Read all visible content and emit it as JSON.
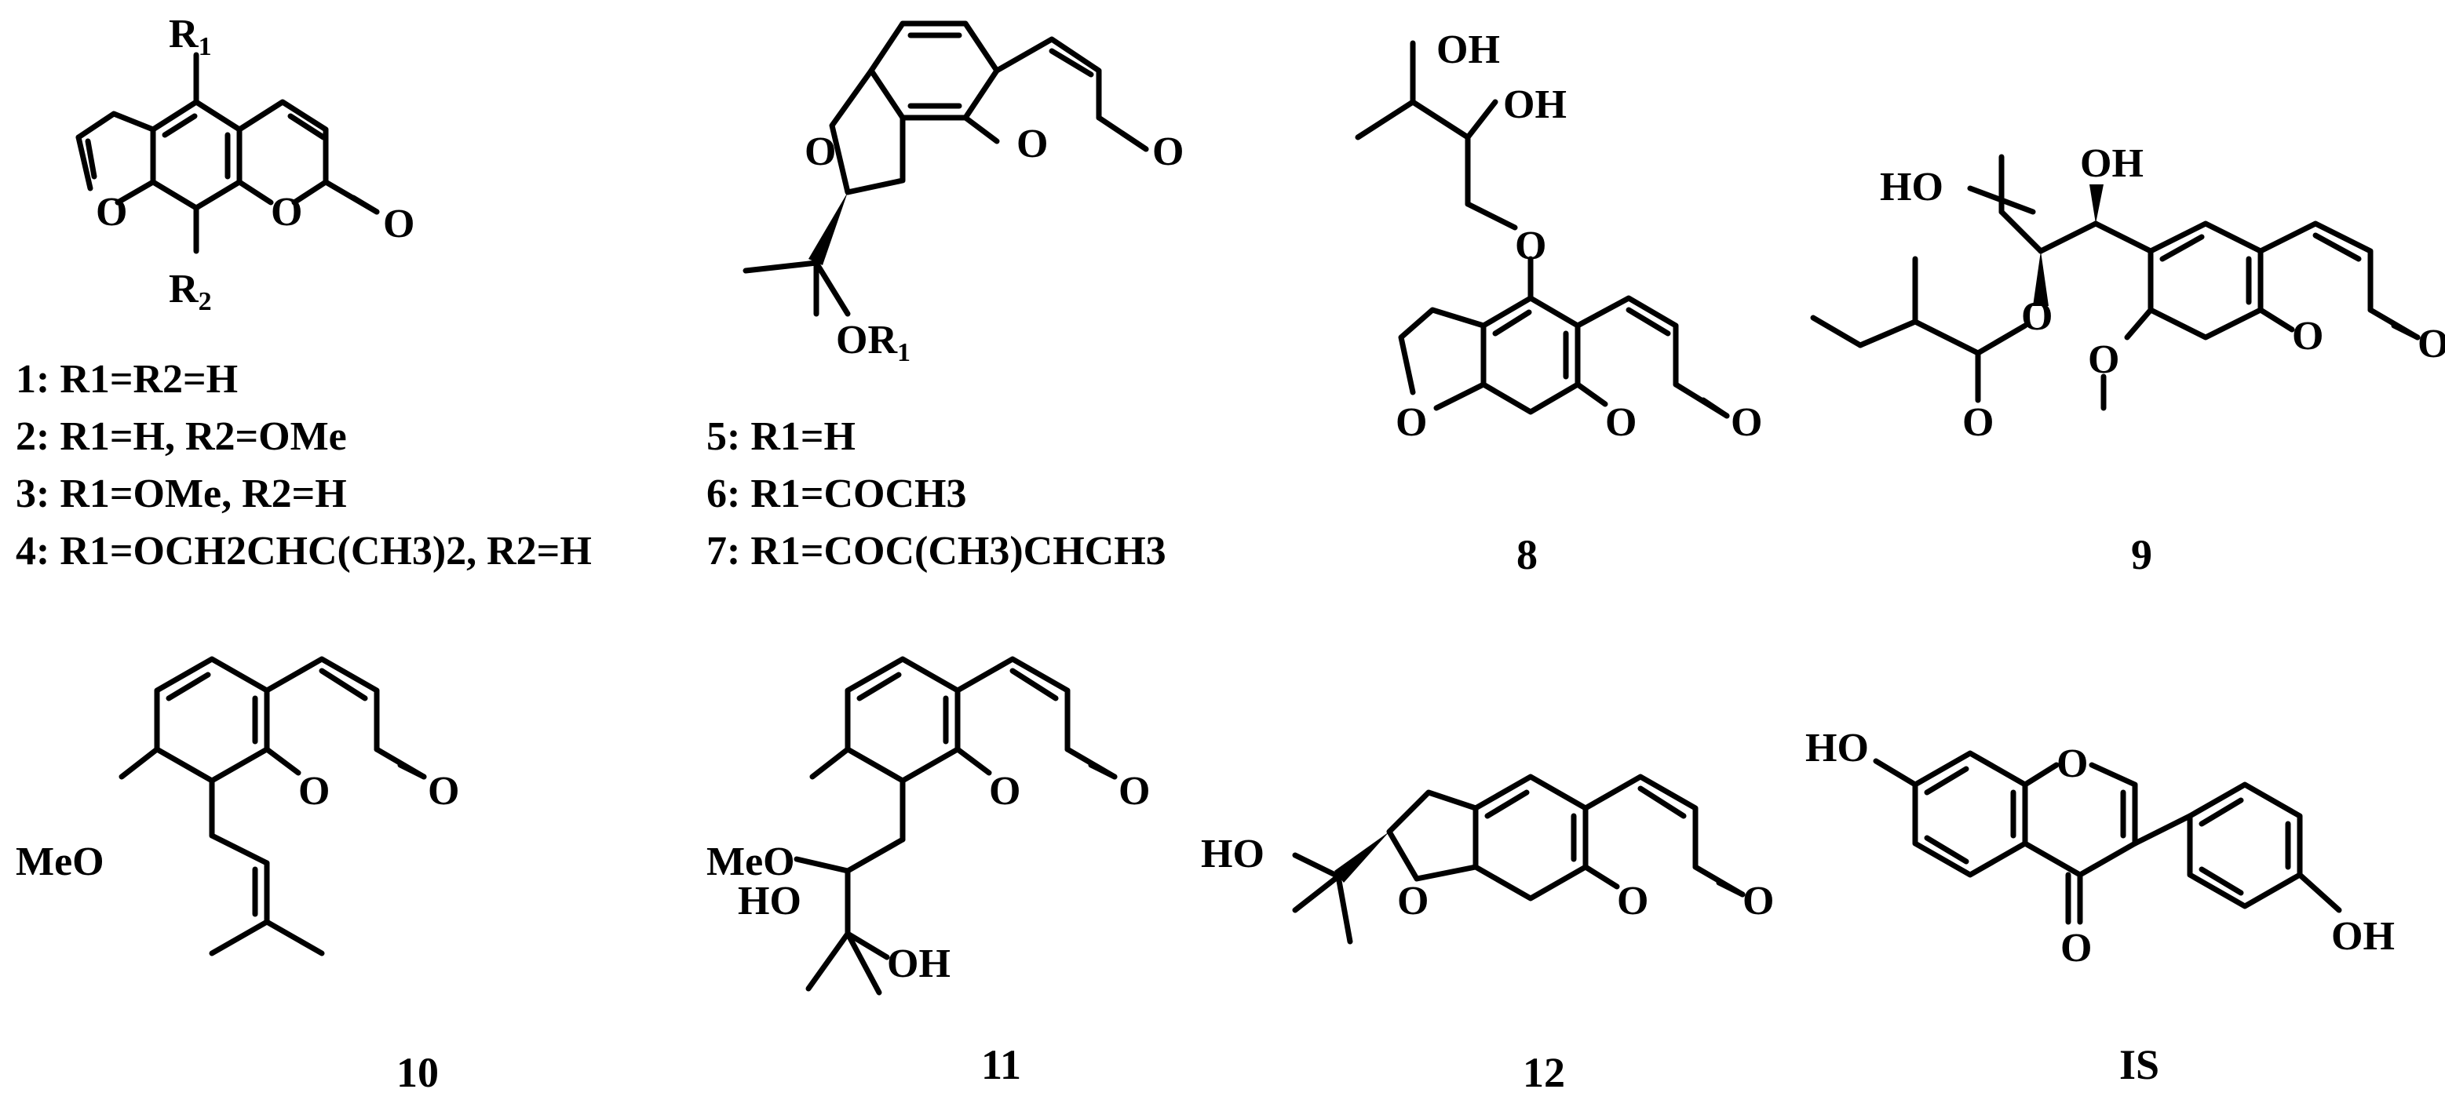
{
  "compounds": [
    {
      "id": "1",
      "legend": "1: R1=R2=H"
    },
    {
      "id": "2",
      "legend": "2: R1=H, R2=OMe"
    },
    {
      "id": "3",
      "legend": "3: R1=OMe, R2=H"
    },
    {
      "id": "4",
      "legend": "4: R1=OCH2CHC(CH3)2, R2=H"
    },
    {
      "id": "5",
      "legend": "5: R1=H"
    },
    {
      "id": "6",
      "legend": "6: R1=COCH3"
    },
    {
      "id": "7",
      "legend": "7: R1=COC(CH3)CHCH3"
    },
    {
      "id": "8",
      "label": "8"
    },
    {
      "id": "9",
      "label": "9"
    },
    {
      "id": "10",
      "label": "10"
    },
    {
      "id": "11",
      "label": "11"
    },
    {
      "id": "12",
      "label": "12"
    },
    {
      "id": "IS",
      "label": "IS"
    }
  ],
  "atom_labels": {
    "R1": "R1",
    "R2": "R2",
    "O": "O",
    "OH": "OH",
    "HO": "HO",
    "OR1": "OR1",
    "MeO": "MeO"
  }
}
